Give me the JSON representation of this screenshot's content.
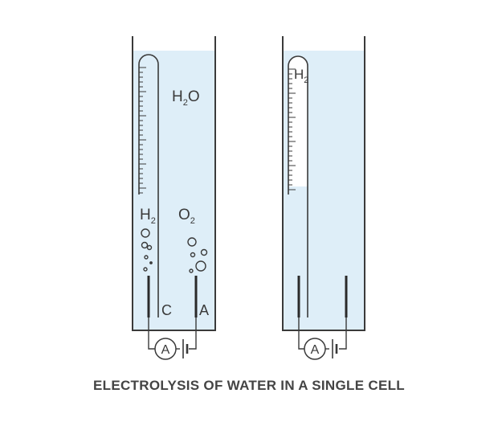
{
  "caption": "ELECTROLYSIS OF WATER IN A SINGLE CELL",
  "colors": {
    "water": "#deeef8",
    "line": "#3a3a3a",
    "text": "#444444"
  },
  "left_cell": {
    "water_label": {
      "main1": "H",
      "sub": "2",
      "main2": "O"
    },
    "hydrogen_label": {
      "main": "H",
      "sub": "2"
    },
    "oxygen_label": {
      "main": "O",
      "sub": "2"
    },
    "cathode_label": "C",
    "anode_label": "A",
    "ammeter_label": "A"
  },
  "right_cell": {
    "tube_gas_label": {
      "main": "H",
      "sub": "2"
    },
    "ammeter_label": "A"
  },
  "icons": [
    "ammeter-icon",
    "battery-icon",
    "gas-bubble-icon"
  ]
}
